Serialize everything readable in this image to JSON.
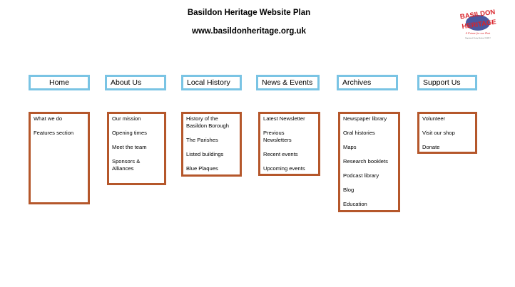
{
  "header": {
    "title": "Basildon Heritage Website Plan",
    "url": "www.basildonheritage.org.uk"
  },
  "logo": {
    "line1": "BASILDON",
    "line2": "HERITAGE",
    "tagline": "A Future for our Past",
    "small": "Registered Charity Number 1140817",
    "colors": {
      "red": "#d9232a",
      "blue": "#2a3b8f"
    }
  },
  "colors": {
    "nav_border": "#7ac4e4",
    "sub_border": "#b5572b"
  },
  "nav": [
    {
      "label": "Home",
      "items": [
        "What we do",
        "Features section"
      ]
    },
    {
      "label": "About Us",
      "items": [
        "Our mission",
        "Opening times",
        "Meet the team",
        "Sponsors & Alliances"
      ]
    },
    {
      "label": "Local History",
      "items": [
        "History of the Basildon Borough",
        "The Parishes",
        "Listed buildings",
        "Blue Plaques"
      ]
    },
    {
      "label": "News & Events",
      "items": [
        "Latest Newsletter",
        "Previous Newsletters",
        "Recent events",
        "Upcoming events"
      ]
    },
    {
      "label": "Archives",
      "items": [
        "Newspaper library",
        "Oral histories",
        "Maps",
        "Research booklets",
        "Podcast library",
        "Blog",
        "Education"
      ]
    },
    {
      "label": "Support Us",
      "items": [
        "Volunteer",
        "Visit our shop",
        "Donate"
      ]
    }
  ]
}
